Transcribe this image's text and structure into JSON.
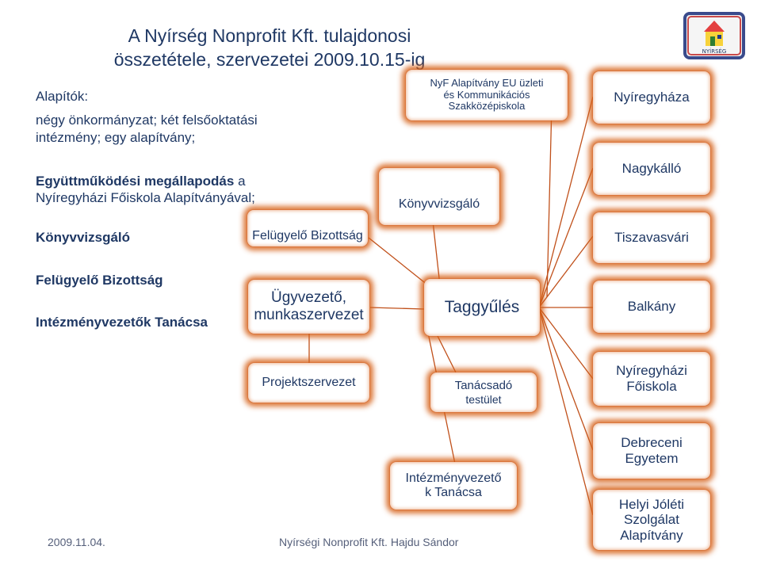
{
  "title": {
    "line1": "A Nyírség Nonprofit Kft. tulajdonosi",
    "line2": "összetétele, szervezetei 2009.10.15-ig"
  },
  "left_panel": {
    "founders_label": "Alapítók:",
    "founders_line1": "négy önkormányzat; két felsőoktatási",
    "founders_line2": "intézmény; egy alapítvány;",
    "coop_bold": "Együttműködési megállapodás",
    "coop_rest": " a",
    "coop_line2": "Nyíregyházi Főiskola Alapítványával;",
    "auditor": "Könyvvizsgáló",
    "supervisory": "Felügyelő Bizottság",
    "council": "Intézményvezetők Tanácsa"
  },
  "nodes": {
    "nyf_school": {
      "line1": "NyF Alapítvány EU üzleti",
      "line2": "és Kommunikációs",
      "line3": "Szakközépiskola"
    },
    "auditor": "Könyvvizsgáló",
    "supervisory_board": "Felügyelő Bizottság",
    "ceo": {
      "line1": "Ügyvezető,",
      "line2": "munkaszervezet"
    },
    "project": "Projektszervezet",
    "assembly": "Taggyűlés",
    "advisory": {
      "line1": "Tanácsadó",
      "line2": "testület"
    },
    "council": {
      "line1": "Intézményvezető",
      "line2": "k Tanácsa"
    },
    "owners": {
      "nyiregyhaza": "Nyíregyháza",
      "nagykallo": "Nagykálló",
      "tiszavasvari": "Tiszavasvári",
      "balkany": "Balkány",
      "college": {
        "line1": "Nyíregyházi",
        "line2": "Főiskola"
      },
      "debrecen": {
        "line1": "Debreceni",
        "line2": "Egyetem"
      },
      "helyi": {
        "line1": "Helyi Jóléti",
        "line2": "Szolgálat",
        "line3": "Alapítvány"
      }
    }
  },
  "footer": {
    "date": "2009.11.04.",
    "author": "Nyírségi  Nonprofit Kft.  Hajdu Sándor"
  },
  "logo": {
    "text": "NYÍRSÉG"
  },
  "colors": {
    "text": "#1f3864",
    "glow": "#d66018",
    "line": "#c0501a",
    "footer": "#555f7a"
  }
}
